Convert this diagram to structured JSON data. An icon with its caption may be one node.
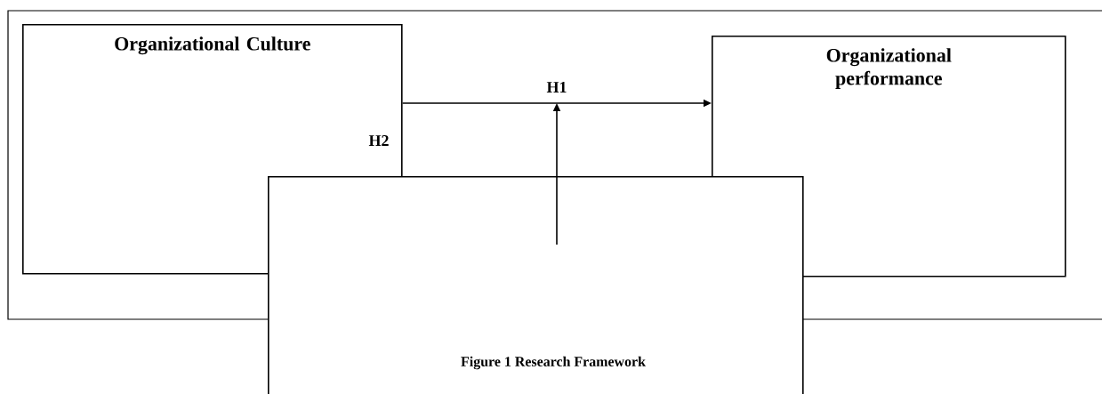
{
  "diagram": {
    "caption": "Figure 1 Research Framework",
    "nodes": [
      {
        "text": [
          "Organizational Culture"
        ]
      },
      {
        "text": [
          "Organizational performance"
        ]
      },
      {
        "text": [],
        "shape": "box"
      }
    ],
    "edges": [
      {
        "from": 0,
        "to": 1,
        "arrow": "to",
        "label": "H1"
      },
      {
        "from": 2,
        "to": null,
        "arrow": "to"
      }
    ],
    "labels": [
      "H2"
    ]
  }
}
